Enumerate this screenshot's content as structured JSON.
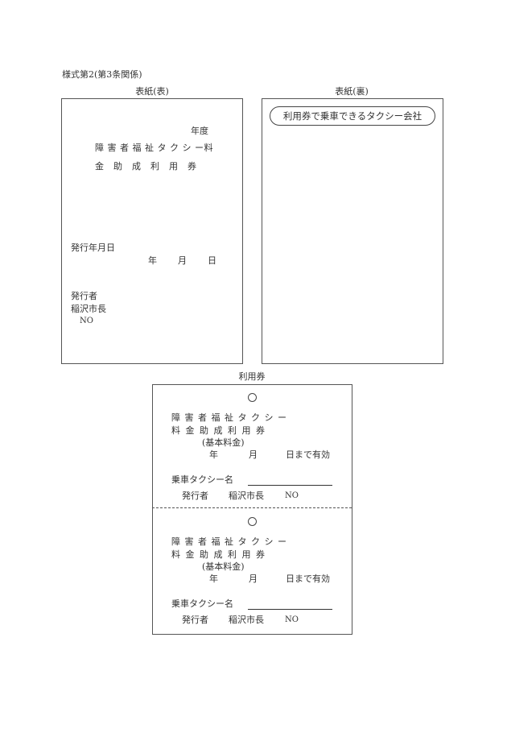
{
  "form_label": "様式第2(第3条関係)",
  "cover_front": {
    "title": "表紙(表)",
    "fiscal_year": "年度",
    "name_line1": "障 害 者 福 祉 タ ク シ ー料",
    "name_line2": "金　助　成　利　用　券",
    "issue_date_label": "発行年月日",
    "year": "年",
    "month": "月",
    "day": "日",
    "issuer_label": "発行者",
    "issuer": "稲沢市長",
    "no": "NO"
  },
  "cover_back": {
    "title": "表紙(裏)",
    "taxi_companies": "利用券で乗車できるタクシー会社"
  },
  "ticket": {
    "title": "利用券",
    "line1": "障 害 者 福 祉 タ ク シ ー",
    "line2": "料 金 助 成 利 用 券",
    "basic_fare": "(基本料金)",
    "year": "年",
    "month": "月",
    "valid_until": "日まで有効",
    "taxi_name_label": "乗車タクシー名",
    "issuer_label": "発行者",
    "issuer": "稲沢市長",
    "no": "NO"
  }
}
